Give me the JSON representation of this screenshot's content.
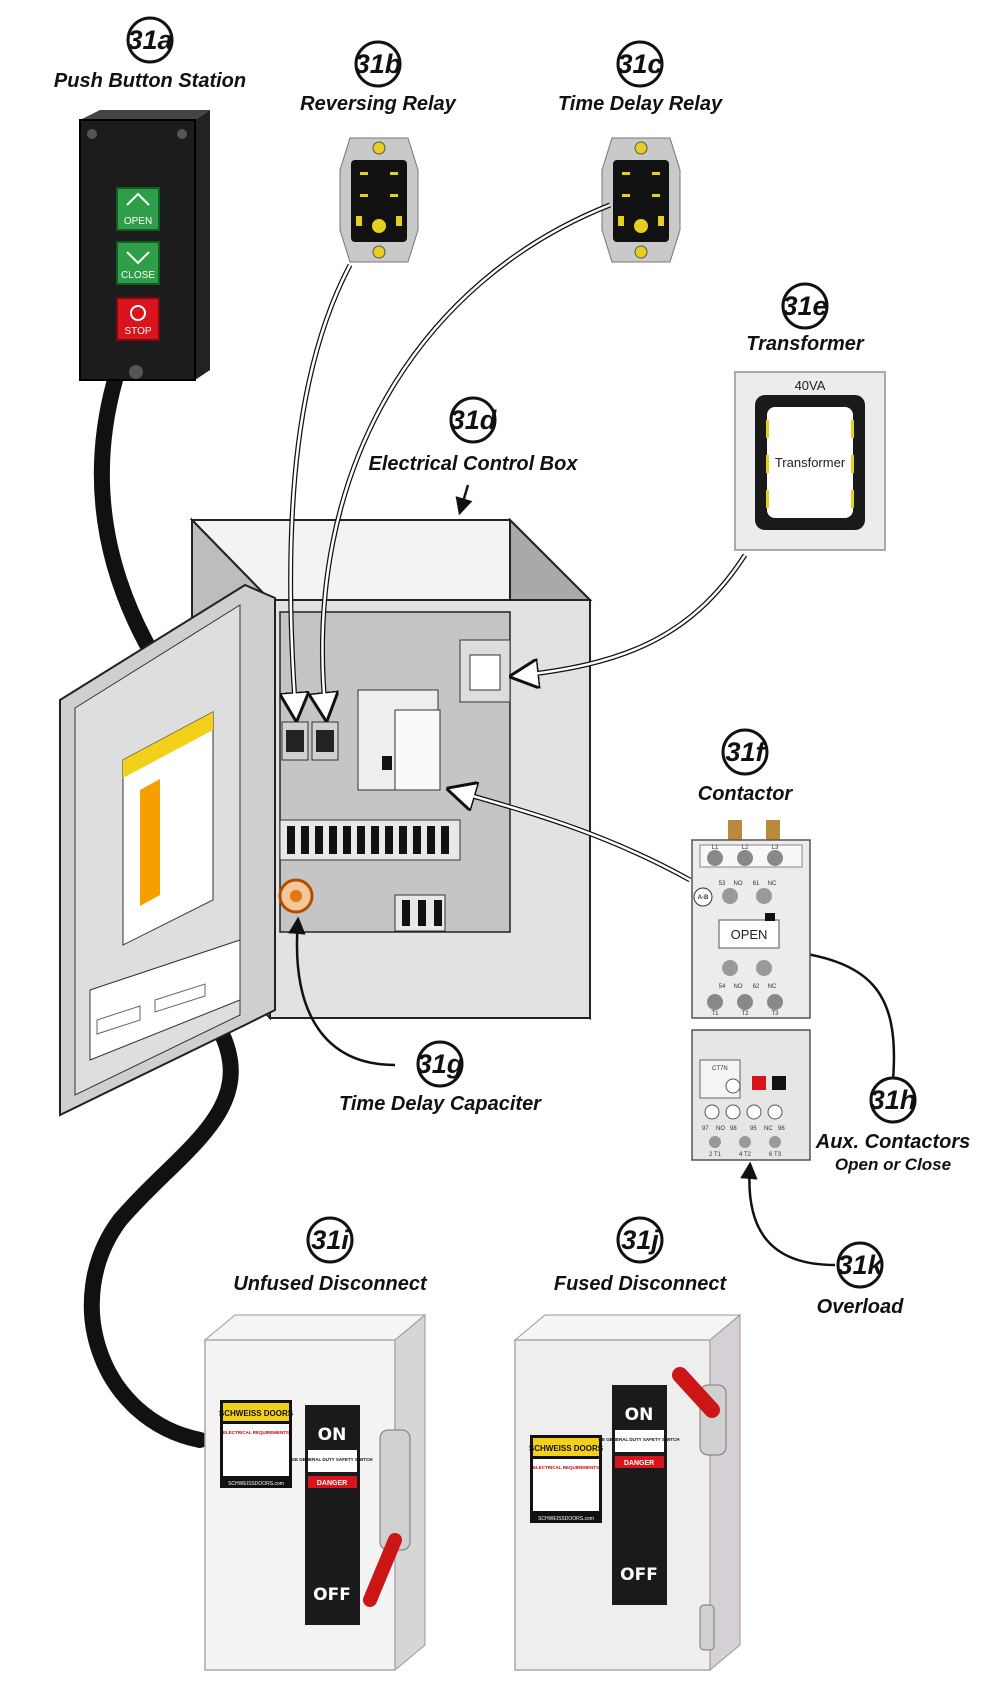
{
  "callouts": {
    "a": {
      "num": "31a",
      "title": "Push Button Station"
    },
    "b": {
      "num": "31b",
      "title": "Reversing Relay"
    },
    "c": {
      "num": "31c",
      "title": "Time Delay Relay"
    },
    "d": {
      "num": "31d",
      "title": "Electrical Control Box"
    },
    "e": {
      "num": "31e",
      "title": "Transformer"
    },
    "f": {
      "num": "31f",
      "title": "Contactor"
    },
    "g": {
      "num": "31g",
      "title": "Time Delay Capaciter"
    },
    "h": {
      "num": "31h",
      "title": "Aux. Contactors",
      "subtitle": "Open or Close"
    },
    "i": {
      "num": "31i",
      "title": "Unfused Disconnect"
    },
    "j": {
      "num": "31j",
      "title": "Fused Disconnect"
    },
    "k": {
      "num": "31k",
      "title": "Overload"
    }
  },
  "push_buttons": {
    "open": "OPEN",
    "close": "CLOSE",
    "stop": "STOP"
  },
  "transformer": {
    "rating": "40VA",
    "label": "Transformer"
  },
  "contactor": {
    "status": "OPEN",
    "brand": "A-B",
    "terminals_top": [
      "L1",
      "L2",
      "L3"
    ],
    "aux_top": [
      "53",
      "NO",
      "61",
      "NC"
    ],
    "aux_bottom": [
      "54",
      "NO",
      "62",
      "NC"
    ],
    "terminals_bottom": [
      "T1",
      "T2",
      "T3"
    ],
    "overload_model": "CT7N",
    "overload_marks": [
      "97",
      "NO",
      "98",
      "95",
      "NC",
      "96"
    ],
    "overload_outputs": [
      "2 T1",
      "4 T2",
      "6 T3"
    ]
  },
  "disconnect": {
    "brand": "SCHWEISS DOORS",
    "switch_type": "GE GENERAL DUTY SAFETY SWITCH",
    "warning": "DANGER",
    "requirements_title": "ELECTRICAL REQUIREMENTS",
    "on": "ON",
    "off": "OFF",
    "website": "SCHWEISSDOORS.com"
  },
  "colors": {
    "green_button": "#2e9e48",
    "red_button": "#d8141c",
    "handle_red": "#cc1515",
    "accent_orange": "#f5a000",
    "accent_yellow": "#f3d019"
  }
}
